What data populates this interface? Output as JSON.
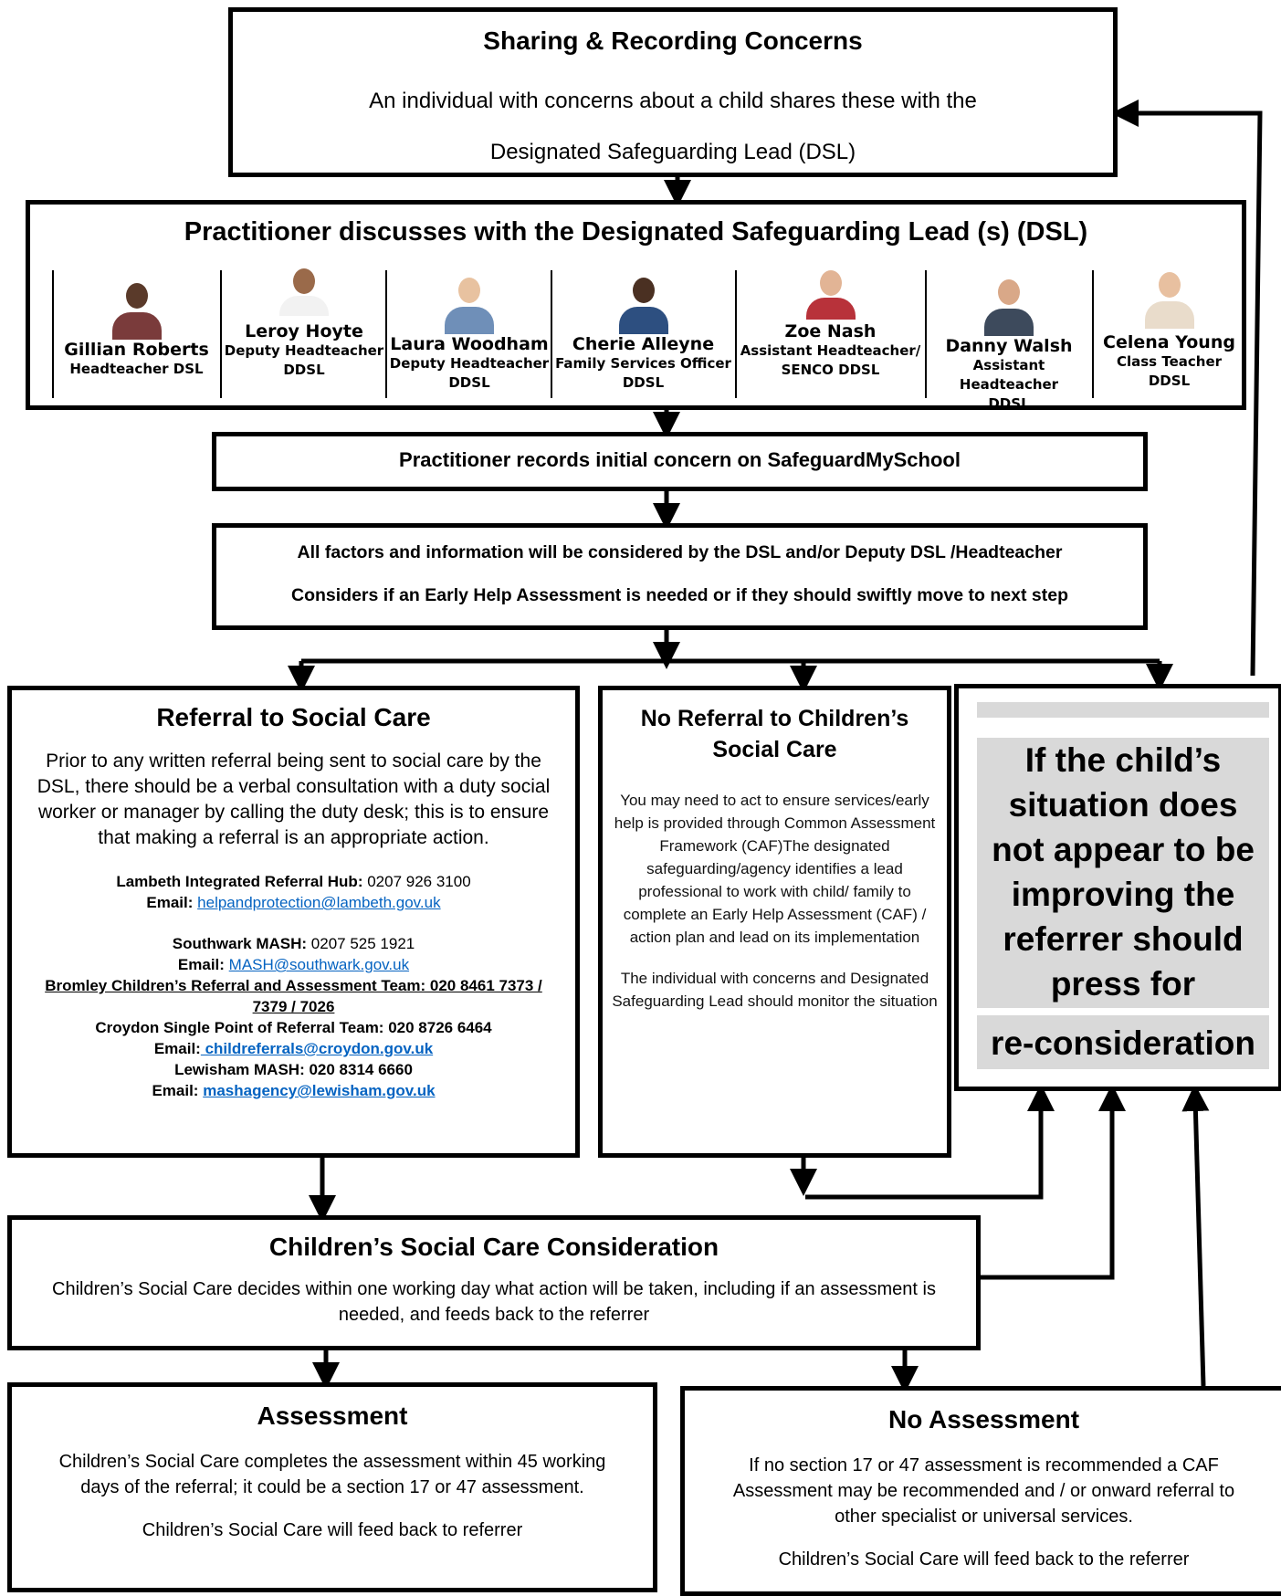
{
  "box1": {
    "title": "Sharing & Recording Concerns",
    "line1": "An individual with concerns about a child shares these with the",
    "line2": "Designated Safeguarding Lead (DSL)"
  },
  "box2": {
    "title": "Practitioner discusses with the Designated Safeguarding Lead (s) (DSL)",
    "staff": [
      {
        "name": "Gillian Roberts",
        "role1": "Headteacher DSL",
        "role2": ""
      },
      {
        "name": "Leroy Hoyte",
        "role1": "Deputy Headteacher",
        "role2": "DDSL"
      },
      {
        "name": "Laura Woodham",
        "role1": "Deputy Headteacher",
        "role2": "DDSL"
      },
      {
        "name": "Cherie Alleyne",
        "role1": "Family Services Officer",
        "role2": "DDSL"
      },
      {
        "name": "Zoe Nash",
        "role1": "Assistant Headteacher/",
        "role2": "SENCO DDSL"
      },
      {
        "name": "Danny Walsh",
        "role1": "Assistant Headteacher",
        "role2": "DDSL"
      },
      {
        "name": "Celena Young",
        "role1": "Class Teacher",
        "role2": "DDSL"
      }
    ]
  },
  "box3": {
    "title": "Practitioner records initial concern on SafeguardMySchool"
  },
  "box4": {
    "line1": "All factors and information will be considered by the DSL and/or Deputy DSL /Headteacher",
    "line2": "Considers if an Early Help Assessment is needed or if they should swiftly move to next step"
  },
  "box5": {
    "title": "Referral to Social Care",
    "para": "Prior to any written referral being sent to social care by the DSL, there should be a verbal consultation with a duty social worker or manager by calling the duty desk; this is to ensure that making a referral is an appropriate action.",
    "lambeth_label": "Lambeth Integrated Referral Hub:",
    "lambeth_phone": " 0207 926 3100",
    "lambeth_email_label": "Email:",
    "lambeth_email": "helpandprotection@lambeth.gov.uk",
    "southwark_label": "Southwark MASH:",
    "southwark_phone": " 0207 525 1921",
    "southwark_email_label": "Email:",
    "southwark_email": "MASH@southwark.gov.uk",
    "bromley": "Bromley Children’s Referral and Assessment Team: 020 8461 7373 / 7379 / 7026",
    "croydon": "Croydon Single Point of Referral Team: 020 8726 6464",
    "croydon_email_label": "Email:",
    "croydon_email": " childreferrals@croydon.gov.uk",
    "lewisham": "Lewisham MASH: 020 8314 6660",
    "lewisham_email_label": "Email:",
    "lewisham_email": "mashagency@lewisham.gov.uk"
  },
  "box6": {
    "title_line1": "No Referral to Children’s",
    "title_line2": "Social Care",
    "para1": "You may need to act to ensure services/early help is provided through Common Assessment Framework (CAF)The designated safeguarding/agency identifies a lead professional to work with child/ family to complete an Early Help Assessment (CAF) / action plan and lead on its implementation",
    "para2": "The individual with concerns and Designated Safeguarding Lead should monitor the situation"
  },
  "box7": {
    "lines": [
      "If the child’s",
      "situation does",
      "not appear to be",
      "improving the",
      "referrer should",
      "press for"
    ],
    "last": "re-consideration"
  },
  "box8": {
    "title": "Children’s Social Care Consideration",
    "para": "Children’s Social Care decides within one working day what action will be taken, including if an assessment is needed, and feeds back to the referrer"
  },
  "box9": {
    "title": "Assessment",
    "para": "Children’s Social Care completes the assessment within 45 working days of the referral; it could be a section 17 or 47 assessment.",
    "para2": "Children’s Social Care will feed back to referrer"
  },
  "box10": {
    "title": "No Assessment",
    "para": "If no section 17 or 47 assessment is recommended a CAF Assessment may be recommended and / or onward referral to other specialist or universal services.",
    "para2": "Children’s Social Care will feed back to the referrer"
  },
  "colors": {
    "border": "#000000",
    "highlight": "#d9d9d9",
    "link": "#0563c1"
  }
}
